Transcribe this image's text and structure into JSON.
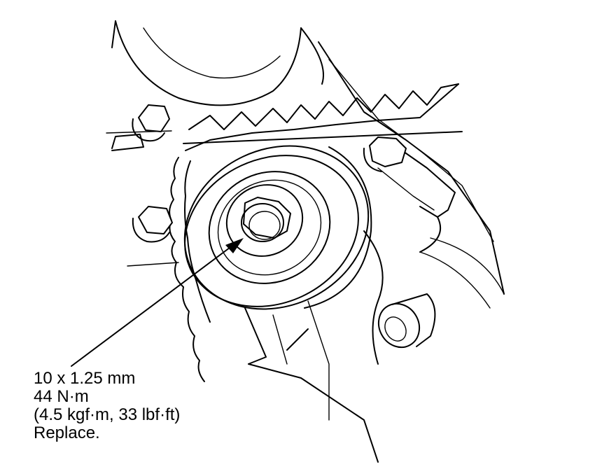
{
  "figure": {
    "callout": {
      "spec_line1": "10 x 1.25 mm",
      "spec_line2": "44 N·m",
      "spec_line3": "(4.5 kgf·m, 33 lbf·ft)",
      "spec_line4": "Replace."
    },
    "colors": {
      "ink": "#000000",
      "paper": "#ffffff"
    }
  }
}
